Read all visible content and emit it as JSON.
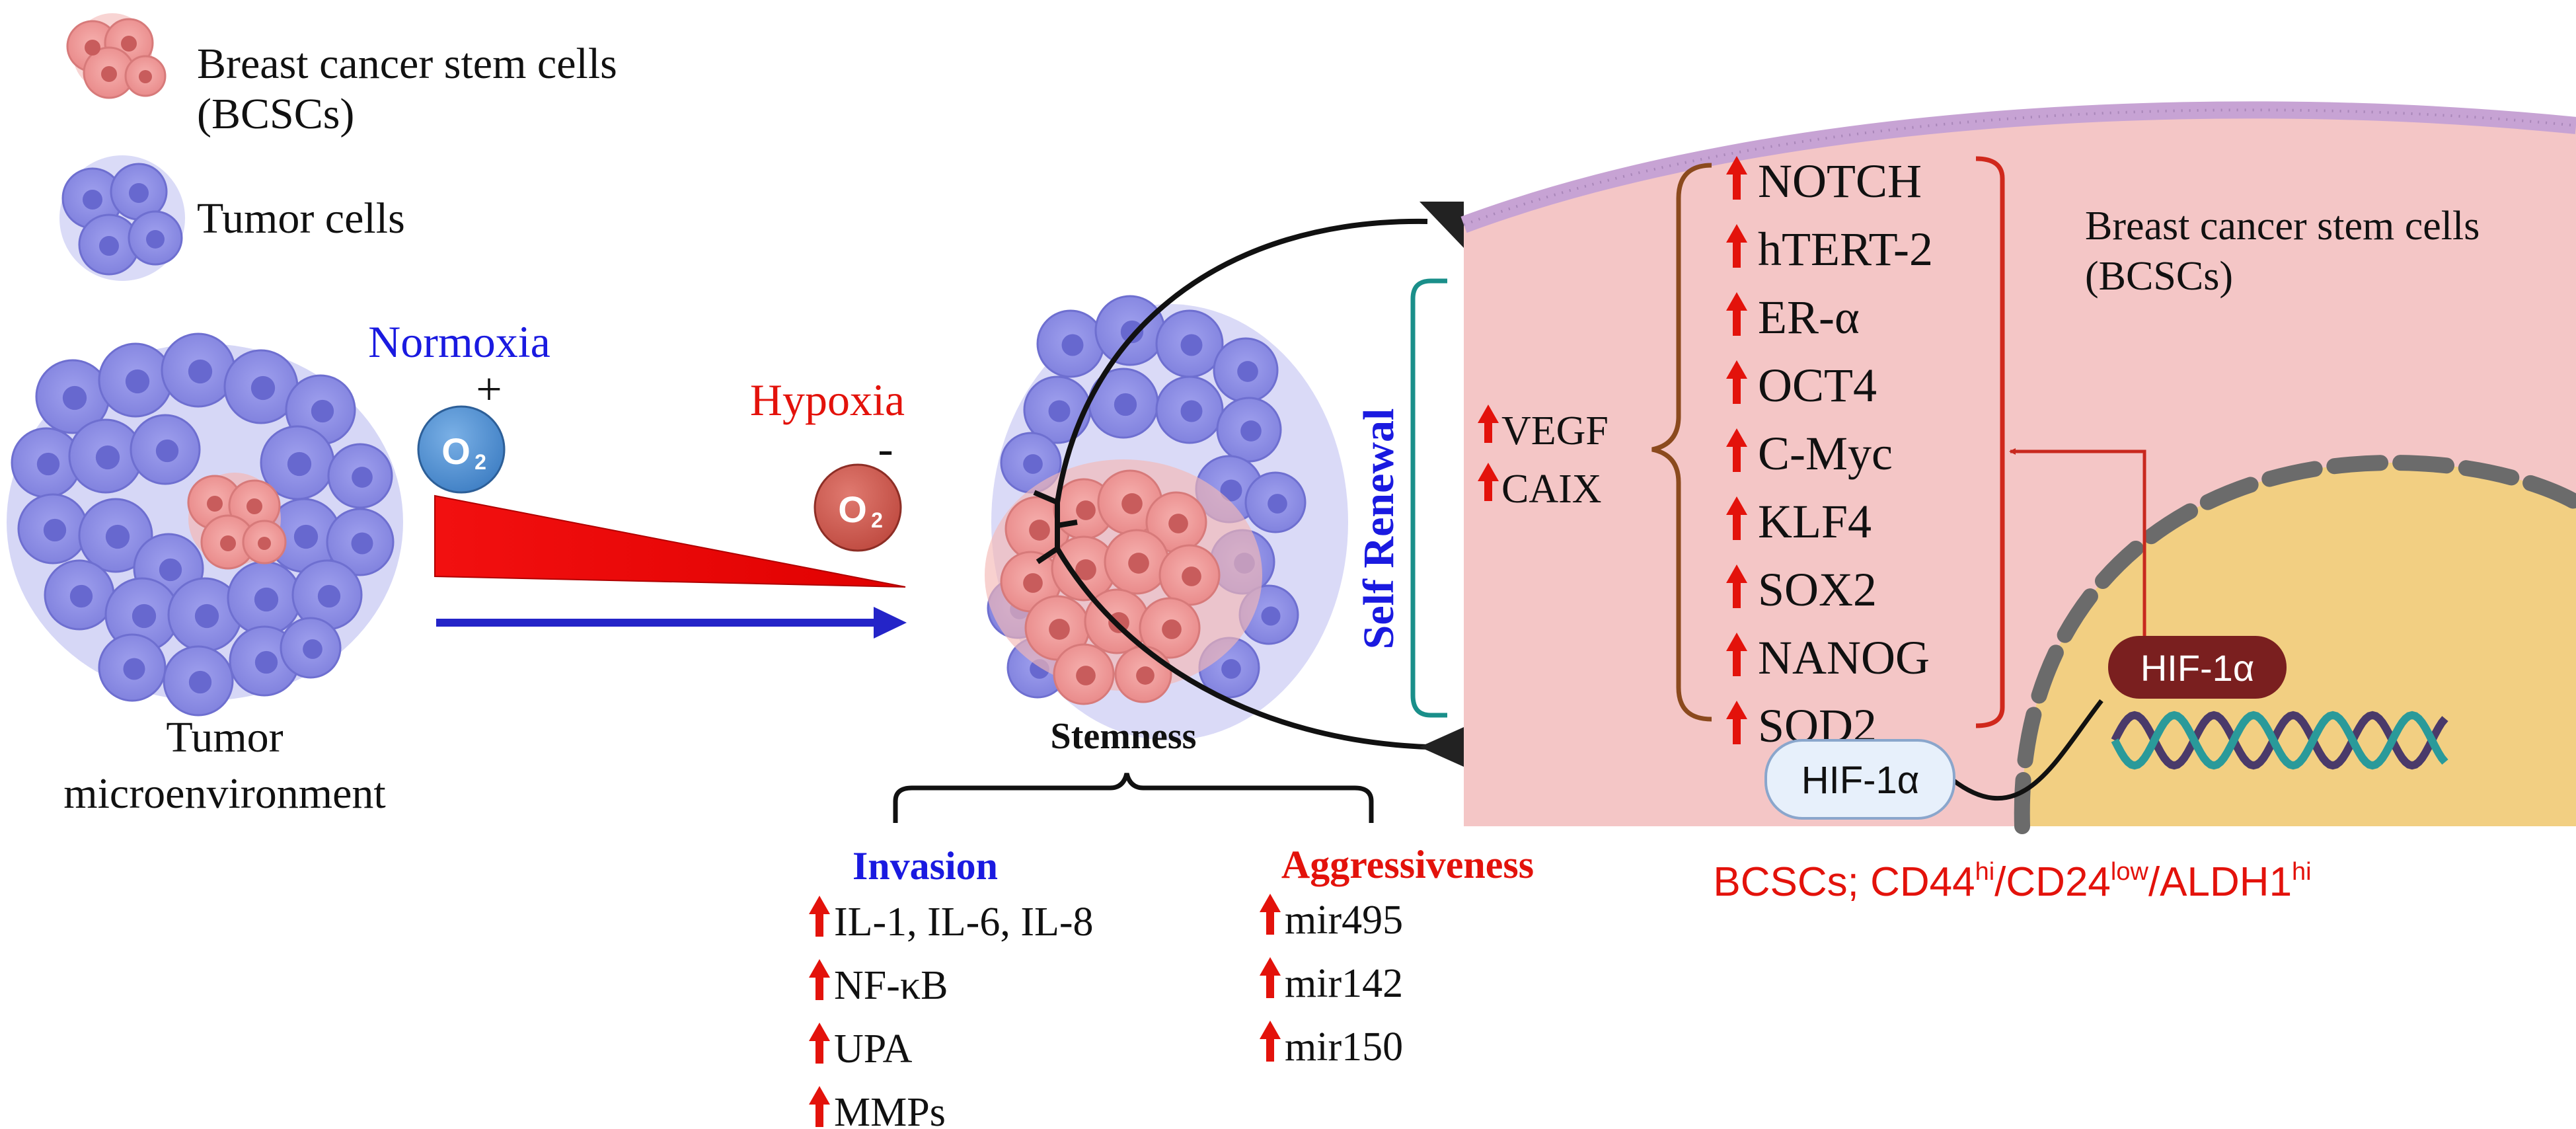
{
  "colors": {
    "tumor_cell": "#8e8fe6",
    "stem_cell": "#f09a9a",
    "cell_panel": "#f4c4c4",
    "membrane": "#c9a8d6",
    "nucleus": "#f2cd7e",
    "red": "#e3120b",
    "blue": "#1515d6",
    "dark_red": "#7a1f1f",
    "brown": "#8b4a1e",
    "teal": "#1a8f8a"
  },
  "legend": {
    "bcsc_line1": "Breast cancer stem cells",
    "bcsc_line2": "(BCSCs)",
    "tumor_label": "Tumor cells"
  },
  "left": {
    "normoxia": "Normoxia",
    "hypoxia": "Hypoxia",
    "plus": "+",
    "minus": "-",
    "o2": "O",
    "o2_sub": "2",
    "tme_line1": "Tumor",
    "tme_line2": "microenvironment"
  },
  "middle": {
    "stemness": "Stemness",
    "self_renewal": "Self Renewal",
    "invasion": {
      "title": "Invasion",
      "items": [
        "IL-1, IL-6, IL-8",
        "NF-κB",
        "UPA",
        "MMPs"
      ]
    },
    "aggressiveness": {
      "title": "Aggressiveness",
      "items": [
        "mir495",
        "mir142",
        "mir150"
      ]
    }
  },
  "cell": {
    "title_line1": "Breast cancer stem cells",
    "title_line2": "(BCSCs)",
    "vegf": "VEGF",
    "caix": "CAIX",
    "genes": [
      "NOTCH",
      "hTERT-2",
      "ER-α",
      "OCT4",
      "C-Myc",
      "KLF4",
      "SOX2",
      "NANOG",
      "SOD2"
    ],
    "hif_nucleus": "HIF-1α",
    "hif_cyto": "HIF-1α",
    "markers": {
      "prefix": "BCSCs; CD44",
      "sup1": "hi",
      "mid1": "/CD24",
      "sup2": "low",
      "mid2": "/ALDH1",
      "sup3": "hi"
    }
  }
}
